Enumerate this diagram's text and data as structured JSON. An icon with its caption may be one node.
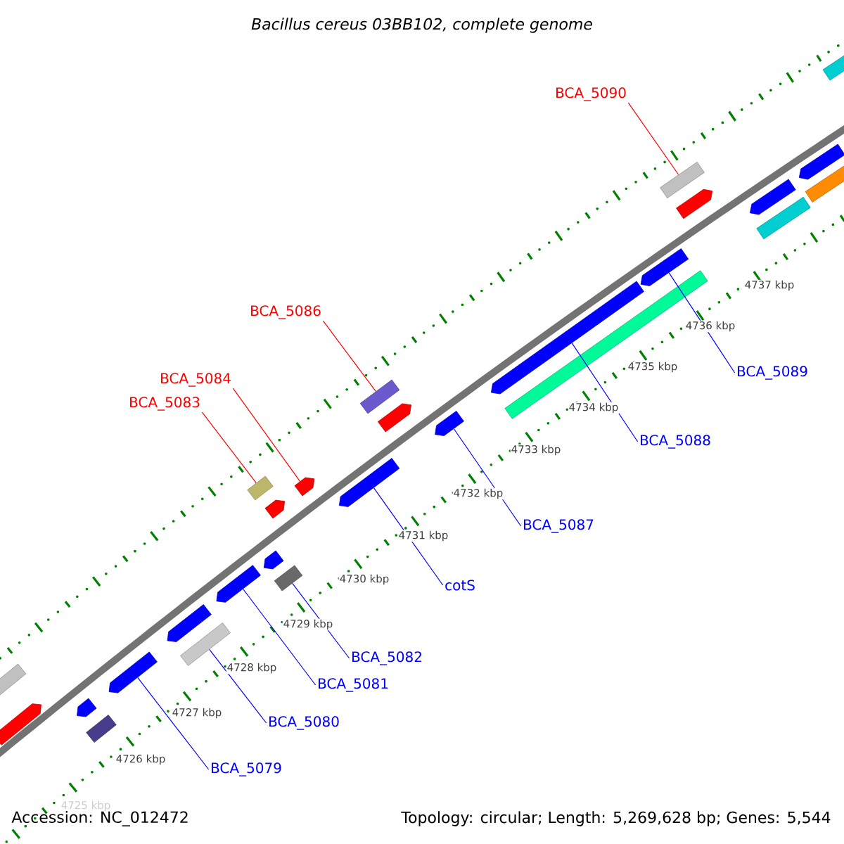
{
  "diagram": {
    "title": "Bacillus cereus 03BB102, complete genome",
    "nodes": [
      {
        "text": [
          "BCA_5090"
        ]
      },
      {
        "text": [
          "BCA_5086"
        ]
      },
      {
        "text": [
          "BCA_5084"
        ]
      },
      {
        "text": [
          "BCA_5083"
        ]
      },
      {
        "text": [
          "BCA_5089"
        ]
      },
      {
        "text": [
          "BCA_5088"
        ]
      },
      {
        "text": [
          "BCA_5087"
        ]
      },
      {
        "text": [
          "cotS"
        ]
      },
      {
        "text": [
          "BCA_5082"
        ]
      },
      {
        "text": [
          "BCA_5081"
        ]
      },
      {
        "text": [
          "BCA_5080"
        ]
      },
      {
        "text": [
          "BCA_5079"
        ]
      },
      {
        "text": [],
        "shape": "box"
      },
      {
        "text": [],
        "shape": "arrow"
      },
      {
        "text": [],
        "shape": "arrow"
      },
      {
        "text": [],
        "shape": "box"
      },
      {
        "text": [],
        "shape": "arrow"
      },
      {
        "text": [],
        "shape": "arrow"
      },
      {
        "text": [],
        "shape": "box"
      },
      {
        "text": [],
        "shape": "arrow"
      },
      {
        "text": [],
        "shape": "box"
      },
      {
        "text": [],
        "shape": "arrow"
      },
      {
        "text": [],
        "shape": "arrow"
      },
      {
        "text": [],
        "shape": "box"
      },
      {
        "text": [],
        "shape": "arrow"
      },
      {
        "text": [],
        "shape": "arrow"
      },
      {
        "text": [],
        "shape": "box"
      },
      {
        "text": [],
        "shape": "arrow"
      },
      {
        "text": [],
        "shape": "arrow"
      },
      {
        "text": [],
        "shape": "arrow"
      },
      {
        "text": [],
        "shape": "box"
      },
      {
        "text": [],
        "shape": "arrow"
      },
      {
        "text": [],
        "shape": "box"
      },
      {
        "text": [],
        "shape": "arrow"
      },
      {
        "text": [],
        "shape": "arrow"
      },
      {
        "text": [],
        "shape": "box"
      },
      {
        "text": [],
        "shape": "arrow"
      },
      {
        "text": [],
        "shape": "box"
      },
      {
        "text": [],
        "shape": "box"
      }
    ],
    "edges": [
      {
        "from": 0,
        "to": 32,
        "arrow": "none",
        "color": "#ff0000"
      },
      {
        "from": 1,
        "to": 26,
        "arrow": "none",
        "color": "#ff0000"
      },
      {
        "from": 2,
        "to": 24,
        "arrow": "none",
        "color": "#ff0000"
      },
      {
        "from": 3,
        "to": 20,
        "arrow": "none",
        "color": "#ff0000"
      },
      {
        "from": 4,
        "to": 31,
        "arrow": "none"
      },
      {
        "from": 5,
        "to": 29,
        "arrow": "none"
      },
      {
        "from": 6,
        "to": 28,
        "arrow": "none"
      },
      {
        "from": 7,
        "to": 25,
        "arrow": "none"
      },
      {
        "from": 8,
        "to": 23,
        "arrow": "none"
      },
      {
        "from": 9,
        "to": 19,
        "arrow": "none"
      },
      {
        "from": 10,
        "to": 18,
        "arrow": "none"
      },
      {
        "from": 11,
        "to": 16,
        "arrow": "none"
      }
    ],
    "labels": [
      "4737 kbp",
      "4736 kbp",
      "4735 kbp",
      "4734 kbp",
      "4733 kbp",
      "4732 kbp",
      "4731 kbp",
      "4730 kbp",
      "4729 kbp",
      "4728 kbp",
      "4727 kbp",
      "4726 kbp",
      "4725 kbp",
      "Accession: NC_012472",
      "Topology: circular; Length: 5,269,628 bp; Genes: 5,544"
    ]
  }
}
